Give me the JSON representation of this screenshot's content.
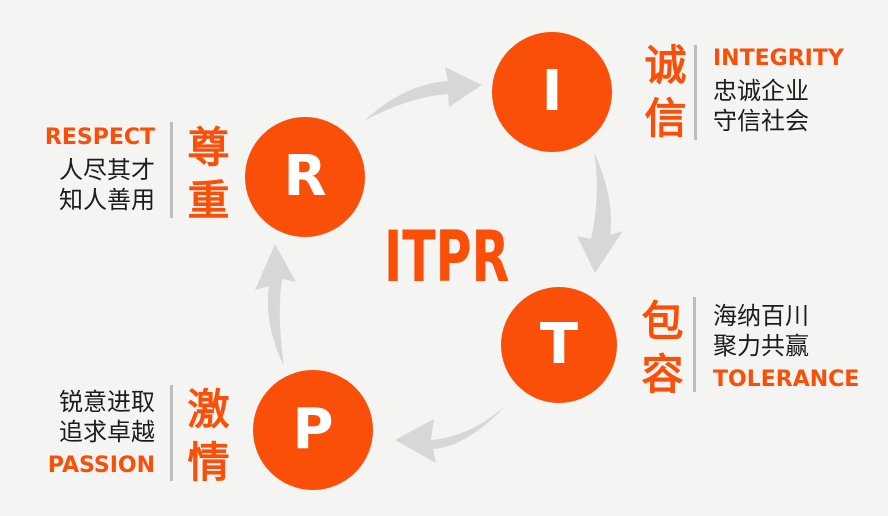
{
  "title": "ITPR",
  "colors": {
    "accent_orange": "#F94F08",
    "arrow_gray": "#D7D7D7",
    "divider_gray": "#BDBDBD",
    "background": "#F4F4F2",
    "text_dark": "#1C1C1C",
    "letter_white": "#FFFFFF"
  },
  "nodes": [
    {
      "letter": "I",
      "cn": "诚信",
      "en": "INTEGRITY",
      "lines": [
        "忠诚企业",
        "守信社会"
      ]
    },
    {
      "letter": "T",
      "cn": "包容",
      "en": "TOLERANCE",
      "lines": [
        "海纳百川",
        "聚力共赢"
      ]
    },
    {
      "letter": "P",
      "cn": "激情",
      "en": "PASSION",
      "lines": [
        "锐意进取",
        "追求卓越"
      ]
    },
    {
      "letter": "R",
      "cn": "尊重",
      "en": "RESPECT",
      "lines": [
        "人尽其才",
        "知人善用"
      ]
    }
  ],
  "arrows": [
    {
      "name": "arrow-r-to-i",
      "direction": "up-right"
    },
    {
      "name": "arrow-i-to-t",
      "direction": "down"
    },
    {
      "name": "arrow-t-to-p",
      "direction": "left"
    },
    {
      "name": "arrow-p-to-r",
      "direction": "up"
    }
  ]
}
